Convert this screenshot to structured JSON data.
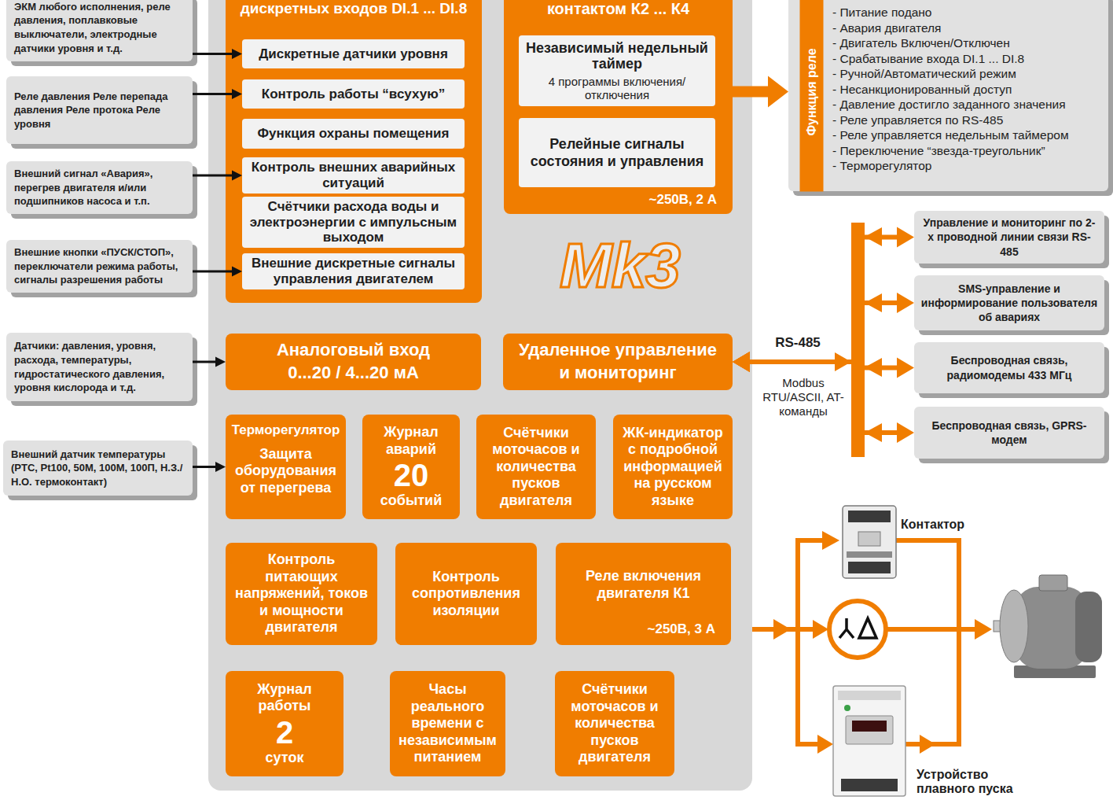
{
  "diagram": {
    "nodes": [
      {
        "text": [
          "Mk3"
        ]
      },
      {
        "text": [
          "дискретных входов DI.1 ... DI.8"
        ],
        "in": 0
      },
      {
        "text": [
          "Дискретные датчики уровня"
        ],
        "in": 1
      },
      {
        "text": [
          "Контроль работы “всухую”"
        ],
        "in": 1
      },
      {
        "text": [
          "Функция охраны помещения"
        ],
        "in": 1
      },
      {
        "text": [
          "Контроль внешних аварийных ситуаций"
        ],
        "in": 1
      },
      {
        "text": [
          "Счётчики расхода воды и электроэнергии с импульсным выходом"
        ],
        "in": 1
      },
      {
        "text": [
          "Внешние дискретные сигналы управления двигателем"
        ],
        "in": 1
      },
      {
        "text": [
          "контактом К2 ... К4",
          "~250В, 2 А"
        ],
        "in": 0
      },
      {
        "text": [
          "Независимый недельный таймер",
          "4 программы включения/отключения"
        ],
        "in": 8
      },
      {
        "text": [
          "Релейные сигналы состояния и управления"
        ],
        "in": 8
      },
      {
        "text": [
          "Аналоговый вход 0...20 / 4...20 мА"
        ],
        "in": 0
      },
      {
        "text": [
          "Удаленное управление и мониторинг"
        ],
        "in": 0
      },
      {
        "text": [
          "Терморегулятор",
          "Защита оборудования от перегрева"
        ],
        "in": 0
      },
      {
        "text": [
          "Журнал аварий",
          "20",
          "событий"
        ],
        "in": 0
      },
      {
        "text": [
          "Счётчики моточасов и количества пусков двигателя"
        ],
        "in": 0
      },
      {
        "text": [
          "ЖК-индикатор с подробной информацией на русском языке"
        ],
        "in": 0
      },
      {
        "text": [
          "Контроль питающих напряжений, токов и мощности двигателя"
        ],
        "in": 0
      },
      {
        "text": [
          "Контроль сопротивления изоляции"
        ],
        "in": 0
      },
      {
        "text": [
          "Реле включения двигателя К1",
          "~250В, 3 А"
        ],
        "in": 0
      },
      {
        "text": [
          "Журнал работы",
          "2",
          "суток"
        ],
        "in": 0
      },
      {
        "text": [
          "Часы реального времени с независимым питанием"
        ],
        "in": 0
      },
      {
        "text": [
          "Счётчики моточасов и количества пусков двигателя"
        ],
        "in": 0
      },
      {
        "text": [
          "ЭКМ любого исполнения, реле давления, поплавковые выключатели, электродные датчики уровня и т.д."
        ]
      },
      {
        "text": [
          "Реле давления Реле перепада давления Реле протока Реле уровня"
        ]
      },
      {
        "text": [
          "Внешний сигнал «Авария», перегрев двигателя и/или подшипников насоса и т.п."
        ]
      },
      {
        "text": [
          "Внешние кнопки «ПУСК/СТОП», переключатели режима работы, сигналы разрешения работы"
        ]
      },
      {
        "text": [
          "Датчики: давления, уровня, расхода, температуры, гидростатического давления, уровня кислорода и т.д."
        ]
      },
      {
        "text": [
          "Внешний датчик температуры (PTC, Pt100, 50M, 100M, 100П, Н.З./Н.О. термоконтакт)"
        ]
      },
      {
        "text": [
          "Функция реле",
          "- Питание подано",
          "- Авария двигателя",
          "- Двигатель Включен/Отключен",
          "- Срабатывание входа DI.1 ... DI.8",
          "- Ручной/Автоматический режим",
          "- Несанкционированный доступ",
          "- Давление достигло заданного значения",
          "- Реле управляется по RS-485",
          "- Реле управляется недельным таймером",
          "- Переключение “звезда-треугольник”",
          "- Терморегулятор"
        ]
      },
      {
        "text": [
          "Управление и мониторинг по 2-х проводной линии связи RS-485"
        ]
      },
      {
        "text": [
          "SMS-управление и информирование пользователя об авариях"
        ]
      },
      {
        "text": [
          "Беспроводная связь, радиомодемы 433 МГц"
        ]
      },
      {
        "text": [
          "Беспроводная связь, GPRS-модем"
        ]
      }
    ],
    "edges": [
      {
        "from": 23,
        "to": 2,
        "arrow": "to"
      },
      {
        "from": 24,
        "to": 3,
        "arrow": "to"
      },
      {
        "from": 25,
        "to": 5,
        "arrow": "to"
      },
      {
        "from": 26,
        "to": 7,
        "arrow": "to"
      },
      {
        "from": 27,
        "to": 11,
        "arrow": "to"
      },
      {
        "from": 28,
        "to": 13,
        "arrow": "to"
      },
      {
        "from": 8,
        "to": 29,
        "arrow": "to"
      },
      {
        "from": 12,
        "to": 30,
        "arrow": "both"
      },
      {
        "from": 12,
        "to": 31,
        "arrow": "both"
      },
      {
        "from": 12,
        "to": 32,
        "arrow": "both"
      },
      {
        "from": 12,
        "to": 33,
        "arrow": "both"
      }
    ],
    "labels": [
      "RS-485",
      "Modbus RTU/ASCII, AT-команды",
      "Контактор",
      "Устройство плавного пуска"
    ]
  }
}
